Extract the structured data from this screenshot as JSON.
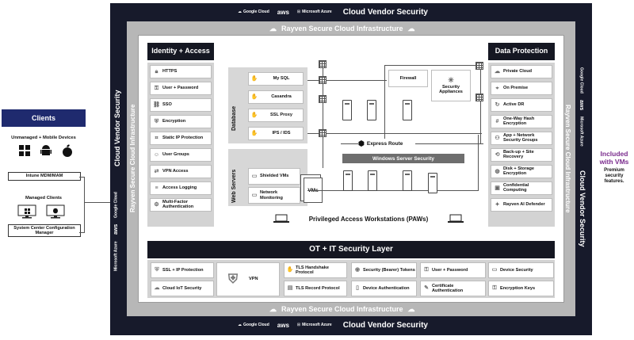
{
  "clients": {
    "title": "Clients",
    "unmanaged_label": "Unmanaged + Mobile Devices",
    "intune_label": "Intune MDM/MAM",
    "managed_label": "Managed Clients",
    "sccm_label": "System Center Configuration Manager"
  },
  "vendor_frame": {
    "title": "Cloud Vendor Security",
    "vendors": [
      "Google Cloud",
      "aws",
      "Microsoft Azure"
    ]
  },
  "rayven_frame": {
    "title": "Rayven Secure Cloud Infrastructure"
  },
  "identity": {
    "title": "Identity + Access",
    "items": [
      {
        "label": "HTTPS",
        "icon": "lock-icon"
      },
      {
        "label": "User + Password",
        "icon": "key-icon"
      },
      {
        "label": "SSO",
        "icon": "link-icon"
      },
      {
        "label": "Encryption",
        "icon": "shield-icon"
      },
      {
        "label": "Static IP Protection",
        "icon": "network-icon"
      },
      {
        "label": "User Groups",
        "icon": "users-icon"
      },
      {
        "label": "VPN Access",
        "icon": "vpn-icon"
      },
      {
        "label": "Access Logging",
        "icon": "log-icon"
      },
      {
        "label": "Multi-Factor Authentication",
        "icon": "mfa-icon"
      }
    ]
  },
  "data_protection": {
    "title": "Data Protection",
    "items": [
      {
        "label": "Private Cloud",
        "icon": "cloud-icon"
      },
      {
        "label": "On Premise",
        "icon": "location-icon"
      },
      {
        "label": "Active DR",
        "icon": "refresh-icon"
      },
      {
        "label": "One-Way Hash Encryption",
        "icon": "hash-icon"
      },
      {
        "label": "App + Network Security Groups",
        "icon": "group-icon"
      },
      {
        "label": "Back-up + Site Recovery",
        "icon": "backup-icon"
      },
      {
        "label": "Disk + Storage Encryption",
        "icon": "disk-icon"
      },
      {
        "label": "Confidential Computing",
        "icon": "chip-icon"
      },
      {
        "label": "Rayven AI Defender",
        "icon": "ai-icon"
      }
    ]
  },
  "database": {
    "label": "Database",
    "items": [
      "My SQL",
      "Casandra",
      "SSL Proxy",
      "IPS / IDS"
    ]
  },
  "web_servers": {
    "label": "Web Servers",
    "items": [
      "Shielded VMs",
      "Network Monitoring"
    ],
    "vms_label": "VMs"
  },
  "network": {
    "firewall": "Firewall",
    "security_appliances": "Security Appliances",
    "express_route": "Express Route",
    "windows_server_security": "Windows Server Security",
    "paws": "Privileged Access Workstations (PAWs)"
  },
  "ot_it": {
    "title": "OT + IT Security Layer",
    "items": [
      {
        "label": "SSL + IP Protection",
        "icon": "ssl-icon"
      },
      {
        "label": "Cloud IoT Security",
        "icon": "iot-icon"
      },
      {
        "label": "VPN",
        "icon": "vpn-shield-icon"
      },
      {
        "label": "TLS Handshake Protocol",
        "icon": "handshake-icon"
      },
      {
        "label": "TLS Record Protocol",
        "icon": "record-icon"
      },
      {
        "label": "Security (Bearer) Tokens",
        "icon": "token-icon"
      },
      {
        "label": "Device Authentication",
        "icon": "device-icon"
      },
      {
        "label": "User + Password",
        "icon": "key-icon"
      },
      {
        "label": "Certificate Authentication",
        "icon": "certificate-icon"
      },
      {
        "label": "Device Security",
        "icon": "device-lock-icon"
      },
      {
        "label": "Encryption Keys",
        "icon": "encryption-key-icon"
      }
    ]
  },
  "callout": {
    "heading": "Included with VMs",
    "sub": "Premium security features."
  },
  "colors": {
    "dark_frame": "#171a2b",
    "gray_frame": "#b7b7b7",
    "accent_purple": "#7b2d8e",
    "clients_header": "#1f2a6e"
  }
}
